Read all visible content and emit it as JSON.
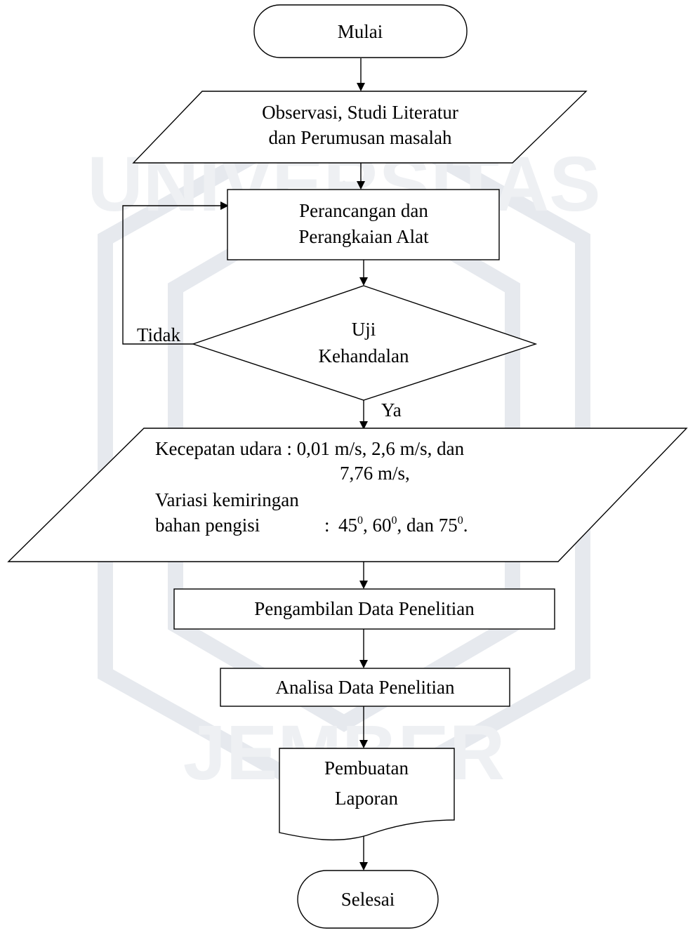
{
  "watermark": {
    "top_text": "UNIVERSITAS",
    "bottom_text": "JEMBER",
    "color": "#e6e9ee"
  },
  "flowchart": {
    "start": {
      "label": "Mulai"
    },
    "step_observe": {
      "line1": "Observasi, Studi Literatur",
      "line2": "dan Perumusan masalah"
    },
    "step_design": {
      "line1": "Perancangan dan",
      "line2": "Perangkaian Alat"
    },
    "decision": {
      "line1": "Uji",
      "line2": "Kehandalan",
      "no_label": "Tidak",
      "yes_label": "Ya"
    },
    "parameters": {
      "line1": "Kecepatan udara : 0,01  m/s,  2,6  m/s,  dan",
      "line2": "7,76 m/s,",
      "line3": "Variasi kemiringan",
      "line4_label": "bahan pengisi",
      "line4_colon": ":",
      "angle1": "45",
      "angle2": "60",
      "angle3": "75",
      "degree": "0",
      "sep1": ", ",
      "sep2": ", dan ",
      "end": "."
    },
    "step_collect": {
      "label": "Pengambilan Data Penelitian"
    },
    "step_analyze": {
      "label": "Analisa Data Penelitian"
    },
    "report": {
      "line1": "Pembuatan",
      "line2": "Laporan"
    },
    "end": {
      "label": "Selesai"
    }
  }
}
